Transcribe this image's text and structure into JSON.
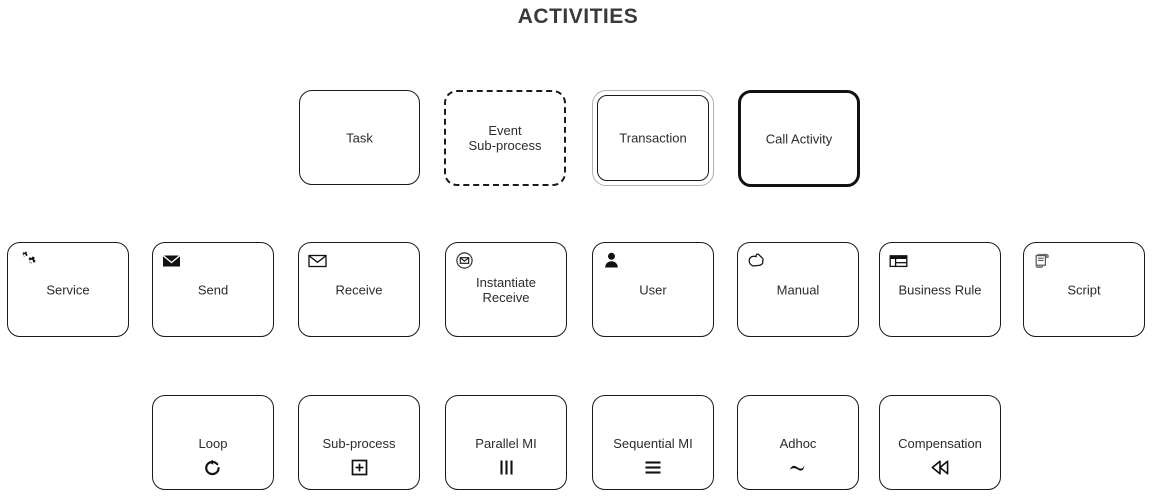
{
  "title": "ACTIVITIES",
  "rows": {
    "row1": {
      "name": "activity-types-row",
      "items": [
        {
          "label": "Task",
          "icon": "none",
          "border": "solid"
        },
        {
          "label": "Event\nSub-process",
          "icon": "none",
          "border": "dashed"
        },
        {
          "label": "Transaction",
          "icon": "none",
          "border": "double"
        },
        {
          "label": "Call Activity",
          "icon": "none",
          "border": "thick"
        }
      ]
    },
    "row2": {
      "name": "task-types-row",
      "items": [
        {
          "label": "Service",
          "icon": "gears-icon",
          "border": "solid"
        },
        {
          "label": "Send",
          "icon": "envelope-filled-icon",
          "border": "solid"
        },
        {
          "label": "Receive",
          "icon": "envelope-outline-icon",
          "border": "solid"
        },
        {
          "label": "Instantiate\nReceive",
          "icon": "envelope-in-circle-icon",
          "border": "solid"
        },
        {
          "label": "User",
          "icon": "person-icon",
          "border": "solid"
        },
        {
          "label": "Manual",
          "icon": "hand-icon",
          "border": "solid"
        },
        {
          "label": "Business Rule",
          "icon": "table-icon",
          "border": "solid"
        },
        {
          "label": "Script",
          "icon": "scroll-icon",
          "border": "solid"
        }
      ]
    },
    "row3": {
      "name": "activity-markers-row",
      "items": [
        {
          "label": "Loop",
          "icon": "loop-arrow-icon",
          "border": "solid"
        },
        {
          "label": "Sub-process",
          "icon": "plus-box-icon",
          "border": "solid"
        },
        {
          "label": "Parallel MI",
          "icon": "three-vertical-bars-icon",
          "border": "solid"
        },
        {
          "label": "Sequential MI",
          "icon": "three-horizontal-bars-icon",
          "border": "solid"
        },
        {
          "label": "Adhoc",
          "icon": "tilde-icon",
          "border": "solid"
        },
        {
          "label": "Compensation",
          "icon": "rewind-icon",
          "border": "solid"
        }
      ]
    }
  },
  "colors": {
    "stroke": "#1a1a1a",
    "transaction_outer": "#b0b0b0",
    "text": "#2b2b2b",
    "title": "#3a3a3a",
    "background": "#ffffff"
  }
}
